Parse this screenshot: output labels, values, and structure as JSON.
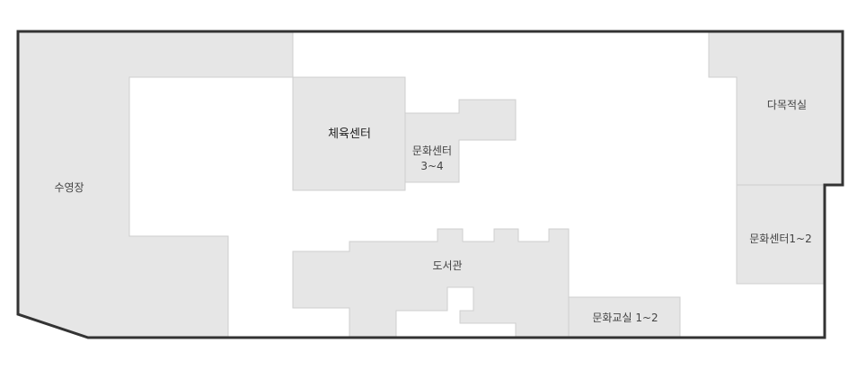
{
  "floor_plan": {
    "rooms": {
      "pool": {
        "label": "수영장"
      },
      "gym": {
        "label": "체육센터"
      },
      "culture_center_3_4": {
        "label_line1": "문화센터",
        "label_line2": "3~4"
      },
      "library": {
        "label": "도서관"
      },
      "classroom": {
        "label": "문화교실 1~2"
      },
      "multipurpose": {
        "label": "다목적실"
      },
      "culture_center_1_2": {
        "label": "문화센터1~2"
      }
    },
    "colors": {
      "room_fill": "#e6e6e6",
      "room_border": "#cfcfcf",
      "outline": "#333333",
      "label": "#444444",
      "background": "#ffffff"
    }
  }
}
